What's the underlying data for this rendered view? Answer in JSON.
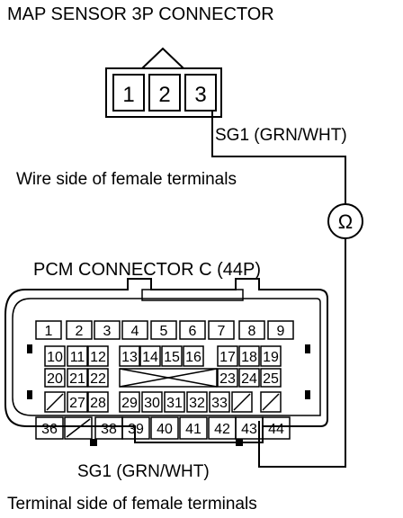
{
  "title": "MAP SENSOR 3P CONNECTOR",
  "map_connector": {
    "terminals": [
      "1",
      "2",
      "3"
    ]
  },
  "wire_label_top": "SG1 (GRN/WHT)",
  "wire_side_note": "Wire side of female terminals",
  "ohmmeter_symbol": "Ω",
  "pcm_title": "PCM CONNECTOR C (44P)",
  "pcm_rows": [
    [
      "1",
      "2",
      "3",
      "4",
      "5",
      "6",
      "7",
      "8",
      "9"
    ],
    [
      "10",
      "11",
      "12",
      "13",
      "14",
      "15",
      "16",
      "17",
      "18",
      "19"
    ],
    [
      "20",
      "21",
      "22",
      "",
      "23",
      "24",
      "25"
    ],
    [
      "",
      "27",
      "28",
      "29",
      "30",
      "31",
      "32",
      "33",
      "",
      ""
    ],
    [
      "36",
      "",
      "38",
      "39",
      "40",
      "41",
      "42",
      "43",
      "44"
    ]
  ],
  "wire_label_bottom": "SG1 (GRN/WHT)",
  "terminal_side_note": "Terminal side of female terminals"
}
